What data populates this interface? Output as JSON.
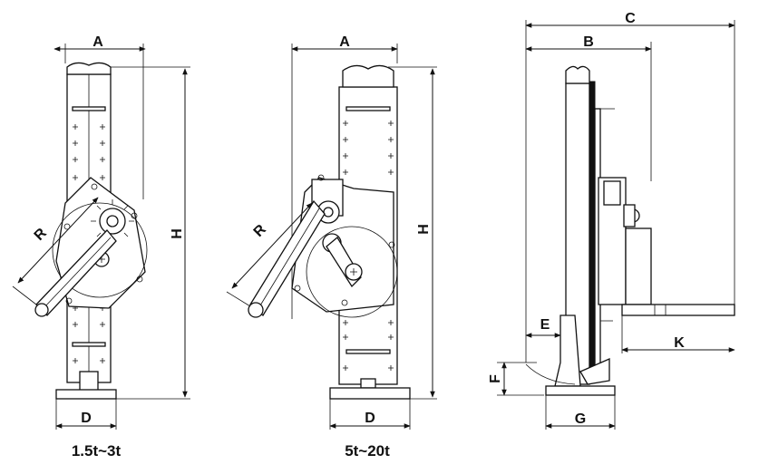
{
  "views": [
    {
      "caption": "1.5t~3t",
      "labels": {
        "a": "A",
        "h": "H",
        "r": "R",
        "d": "D"
      }
    },
    {
      "caption": "5t~20t",
      "labels": {
        "a": "A",
        "h": "H",
        "r": "R",
        "d": "D"
      }
    },
    {
      "caption": "",
      "labels": {
        "c": "C",
        "b": "B",
        "e": "E",
        "f": "F",
        "g": "G",
        "k": "K"
      }
    }
  ]
}
